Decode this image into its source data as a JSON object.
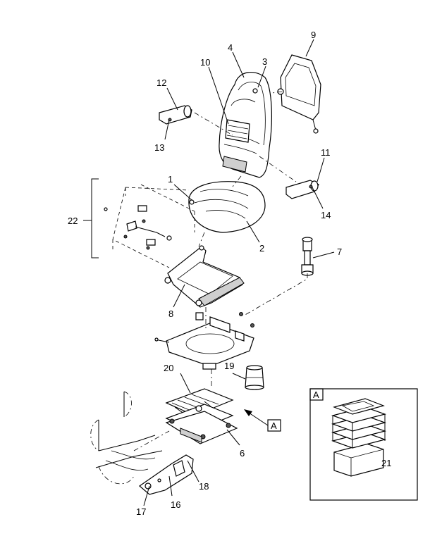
{
  "diagram": {
    "callouts": {
      "c1": "1",
      "c2": "2",
      "c3": "3",
      "c4": "4",
      "c5": "6",
      "c7": "7",
      "c8": "8",
      "c9": "9",
      "c10": "10",
      "c11": "11",
      "c12": "12",
      "c13": "13",
      "c14": "14",
      "c16": "16",
      "c17": "17",
      "c18": "18",
      "c19": "19",
      "c20": "20",
      "c21": "21",
      "c22": "22"
    },
    "view_flag": "A",
    "detail_label": "A"
  }
}
